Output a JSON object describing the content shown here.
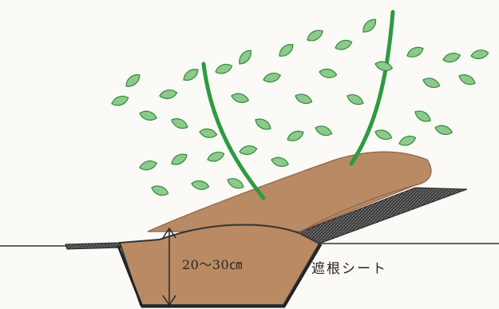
{
  "labels": {
    "depth": "20〜30㎝",
    "sheet": "遮根シート"
  },
  "colors": {
    "soil": "#b98a64",
    "soil_dark": "#8c6446",
    "sheet": "#2a2a2a",
    "leaf_fill": "#8cc98b",
    "leaf_stroke": "#2f8a3a",
    "stem": "#2e9a42",
    "line": "#333333"
  },
  "icons": {
    "plants": "potato-plant-foliage",
    "arrow": "double-headed-vertical-arrow"
  }
}
